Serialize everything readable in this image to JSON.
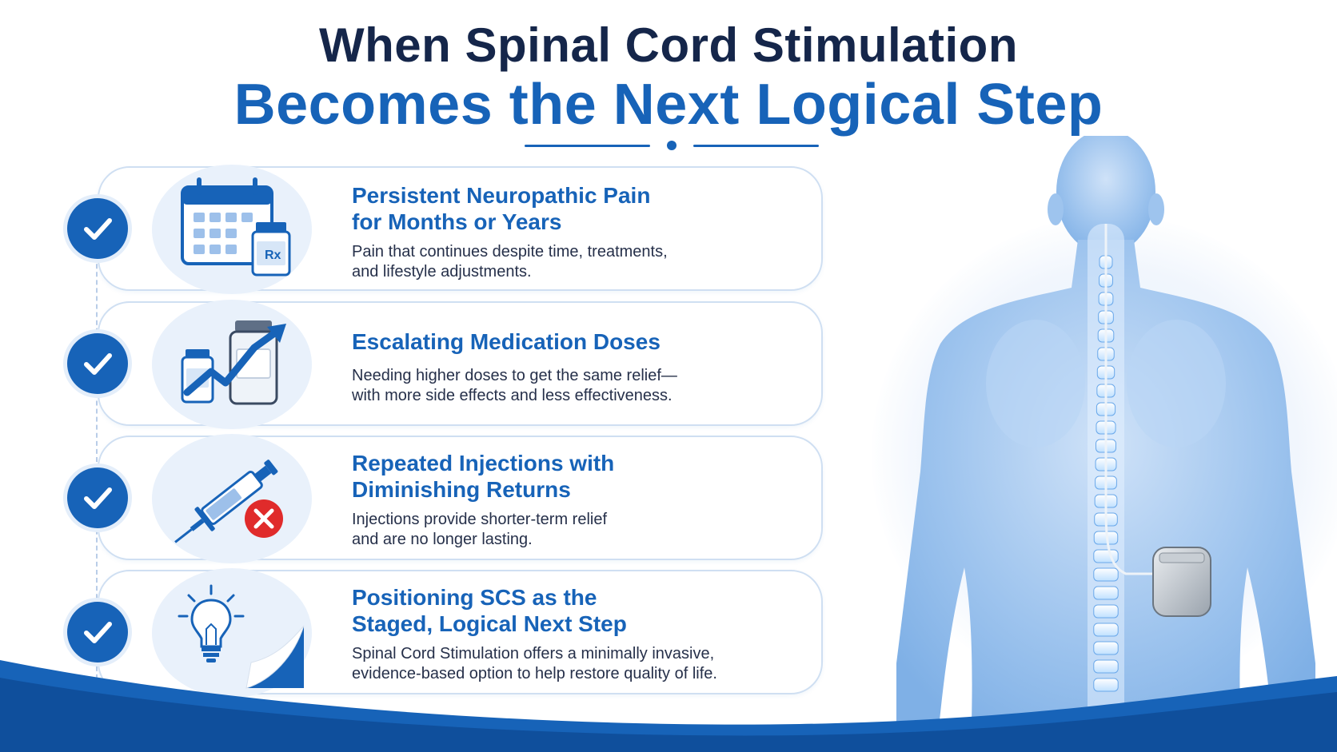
{
  "header": {
    "title_line1": "When Spinal Cord Stimulation",
    "title_line2": "Becomes the Next Logical Step"
  },
  "items": [
    {
      "title_line1": "Persistent Neuropathic Pain",
      "title_line2": "for Months or Years",
      "desc_line1": "Pain that continues despite time, treatments,",
      "desc_line2": "and lifestyle adjustments.",
      "icon": "calendar-prescription-icon"
    },
    {
      "title_line1": "Escalating Medication Doses",
      "title_line2": "",
      "desc_line1": "Needing higher doses to get the same relief—",
      "desc_line2": "with more side effects and less effectiveness.",
      "icon": "medication-rising-icon"
    },
    {
      "title_line1": "Repeated Injections with",
      "title_line2": "Diminishing Returns",
      "desc_line1": "Injections provide shorter-term relief",
      "desc_line2": "and are no longer lasting.",
      "icon": "syringe-cancel-icon"
    },
    {
      "title_line1": "Positioning SCS as the",
      "title_line2": "Staged, Logical Next Step",
      "desc_line1": "Spinal Cord Stimulation offers a minimally invasive,",
      "desc_line2": "evidence-based option to help restore quality of life.",
      "icon": "lightbulb-icon"
    }
  ],
  "rx_label": "Rx",
  "colors": {
    "primary": "#1763b8",
    "dark": "#15264a",
    "accent_red": "#e02b2b",
    "body_blue": "#7fb0e6"
  }
}
